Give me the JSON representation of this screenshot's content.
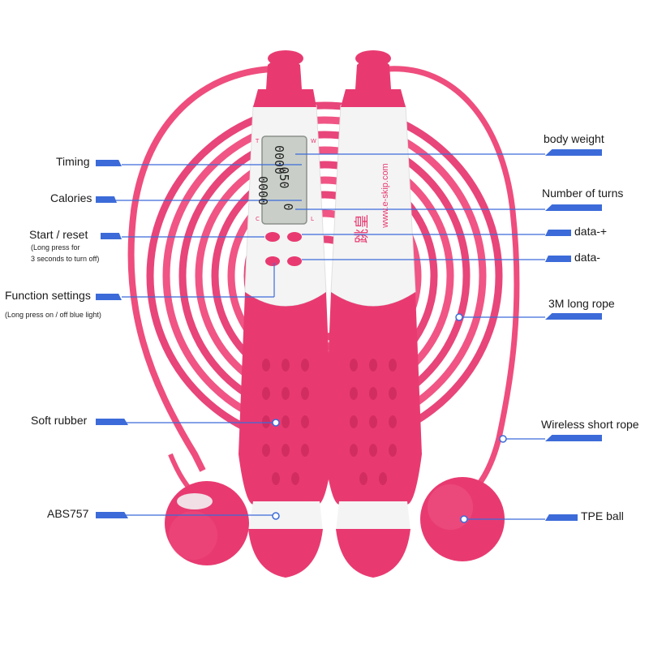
{
  "colors": {
    "rope": "#ee4d7d",
    "rope_dark": "#c9285b",
    "handle_pink": "#e83a71",
    "handle_white": "#f4f4f4",
    "callout_blue": "#3c6bd9",
    "lcd": "#c9cfc8"
  },
  "lcd": {
    "timing": "0000",
    "calories": "0000",
    "weight": "050",
    "turns": "0",
    "letters_left": [
      "T",
      "C"
    ],
    "letters_right": [
      "W",
      "L"
    ]
  },
  "brand_text": "www.e-skip.com",
  "labels_left": {
    "timing": "Timing",
    "calories": "Calories",
    "start_reset": "Start / reset",
    "start_reset_note_1": "(Long press for",
    "start_reset_note_2": "3 seconds to turn off)",
    "function_settings": "Function settings",
    "function_note": "(Long press on / off blue light)",
    "soft_rubber": "Soft rubber",
    "abs": "ABS757"
  },
  "labels_right": {
    "body_weight": "body weight",
    "number_of_turns": "Number of turns",
    "data_plus": "data-+",
    "data_minus": "data-",
    "long_rope": "3M long rope",
    "wireless_rope": "Wireless short rope",
    "tpe_ball": "TPE ball"
  }
}
